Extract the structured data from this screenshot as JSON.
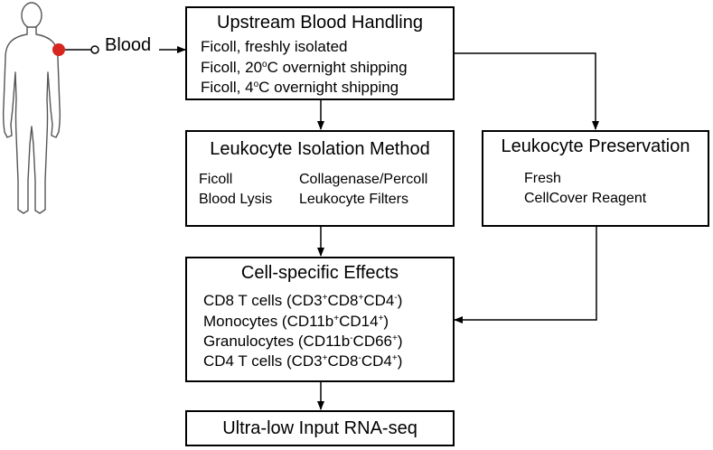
{
  "source_label": "Blood",
  "upstream": {
    "title": "Upstream Blood Handling",
    "items": [
      {
        "pre": "Ficoll, freshly isolated",
        "sup": "",
        "post": ""
      },
      {
        "pre": "Ficoll, 20",
        "sup": "o",
        "post": "C overnight shipping"
      },
      {
        "pre": "Ficoll, 4",
        "sup": "o",
        "post": "C overnight shipping"
      }
    ]
  },
  "isolation": {
    "title": "Leukocyte Isolation Method",
    "left_items": [
      "Ficoll",
      "Blood Lysis"
    ],
    "right_items": [
      "Collagenase/Percoll",
      "Leukocyte Filters"
    ]
  },
  "preservation": {
    "title": "Leukocyte Preservation",
    "items": [
      "Fresh",
      "CellCover Reagent"
    ]
  },
  "effects": {
    "title": "Cell-specific Effects",
    "items": [
      {
        "segments": [
          {
            "t": "CD8 T cells (CD3",
            "s": false
          },
          {
            "t": "+",
            "s": true
          },
          {
            "t": "CD8",
            "s": false
          },
          {
            "t": "+",
            "s": true
          },
          {
            "t": "CD4",
            "s": false
          },
          {
            "t": "-",
            "s": true
          },
          {
            "t": ")",
            "s": false
          }
        ]
      },
      {
        "segments": [
          {
            "t": "Monocytes (CD11b",
            "s": false
          },
          {
            "t": "+",
            "s": true
          },
          {
            "t": "CD14",
            "s": false
          },
          {
            "t": "+",
            "s": true
          },
          {
            "t": ")",
            "s": false
          }
        ]
      },
      {
        "segments": [
          {
            "t": "Granulocytes (CD11b",
            "s": false
          },
          {
            "t": "-",
            "s": true
          },
          {
            "t": "CD66",
            "s": false
          },
          {
            "t": "+",
            "s": true
          },
          {
            "t": ")",
            "s": false
          }
        ]
      },
      {
        "segments": [
          {
            "t": "CD4 T cells (CD3",
            "s": false
          },
          {
            "t": "+",
            "s": true
          },
          {
            "t": "CD8",
            "s": false
          },
          {
            "t": "-",
            "s": true
          },
          {
            "t": "CD4",
            "s": false
          },
          {
            "t": "+",
            "s": true
          },
          {
            "t": ")",
            "s": false
          }
        ]
      }
    ]
  },
  "final": {
    "title": "Ultra-low Input RNA-seq"
  },
  "colors": {
    "stroke": "#000000",
    "body_fill": "#ffffff",
    "draw_site": "#d7261e"
  }
}
